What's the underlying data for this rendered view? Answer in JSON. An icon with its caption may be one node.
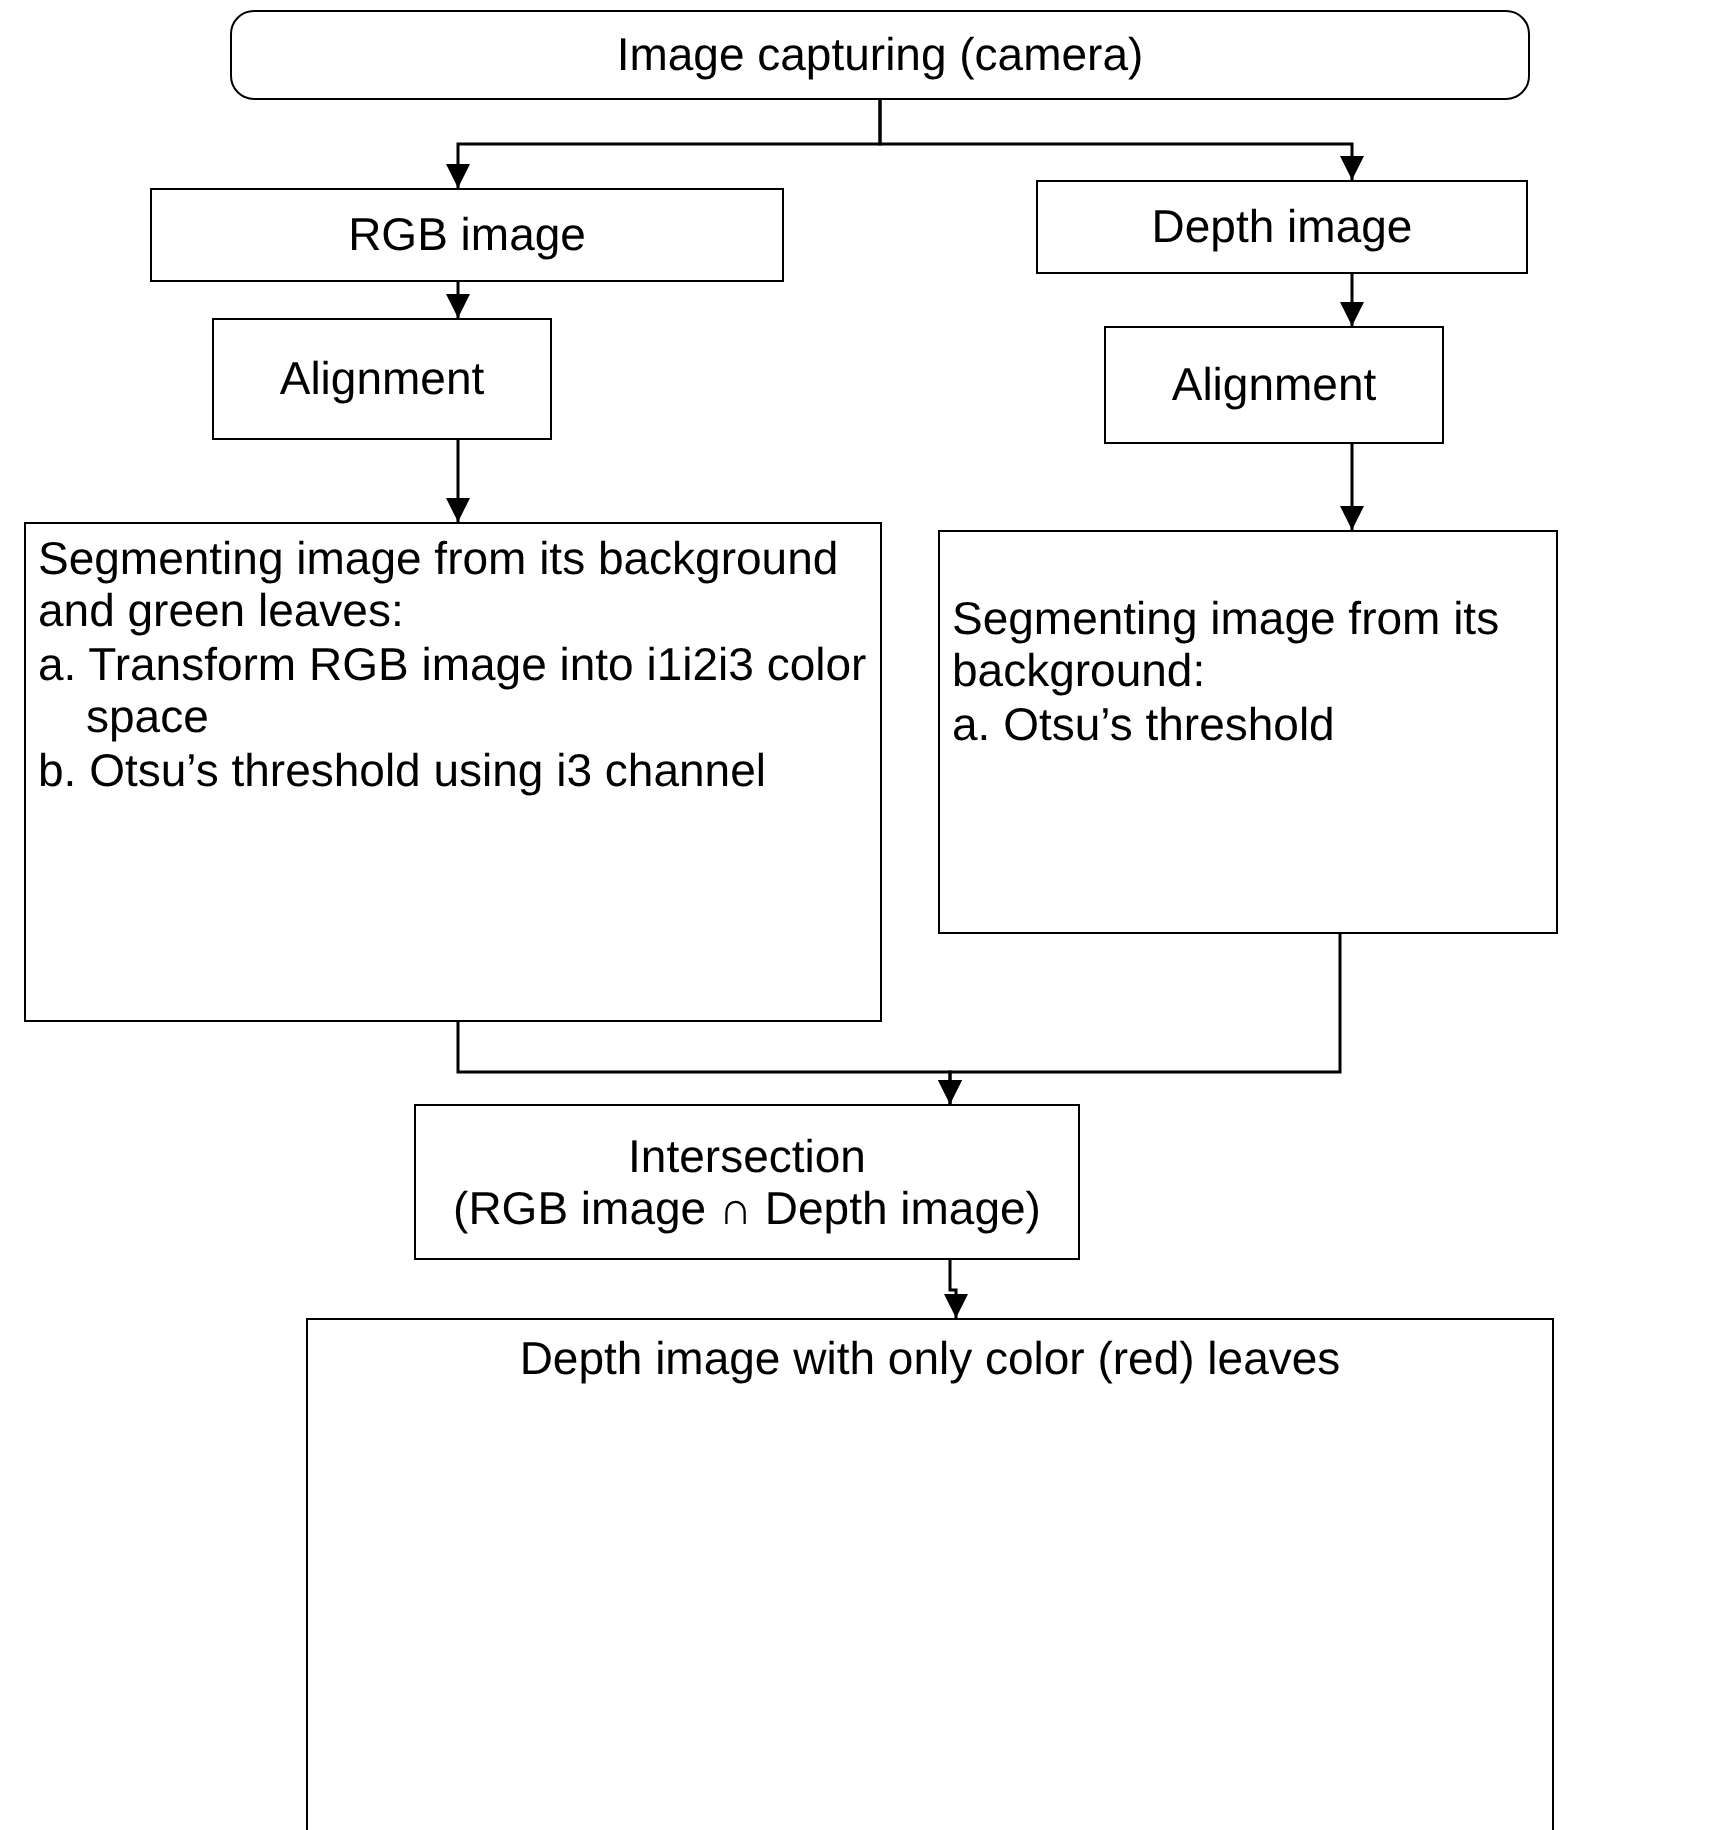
{
  "diagram": {
    "nodes": [
      {
        "text": [
          "Image capturing (camera)"
        ]
      },
      {
        "text": [
          "RGB image"
        ]
      },
      {
        "text": [
          "Depth image"
        ]
      },
      {
        "text": [
          "Alignment"
        ]
      },
      {
        "text": [
          "Alignment"
        ]
      },
      {
        "text": [
          "Segmenting image from its background and green leaves:",
          "a. Transform RGB image into i1i2i3 color space",
          "b. Otsu’s threshold using i3 channel"
        ]
      },
      {
        "text": [
          "Segmenting image from its background:",
          "a. Otsu’s threshold"
        ]
      },
      {
        "text": [
          "Intersection",
          "(RGB image ∩ Depth image)"
        ]
      },
      {
        "text": [
          "Depth image with only color (red) leaves"
        ]
      }
    ],
    "edges": [
      {
        "from": 0,
        "to": 1,
        "arrow": "to"
      },
      {
        "from": 0,
        "to": 2,
        "arrow": "to"
      },
      {
        "from": 1,
        "to": 3,
        "arrow": "to"
      },
      {
        "from": 2,
        "to": 4,
        "arrow": "to"
      },
      {
        "from": 3,
        "to": 5,
        "arrow": "to"
      },
      {
        "from": 4,
        "to": 6,
        "arrow": "to"
      },
      {
        "from": 5,
        "to": 7,
        "arrow": "to"
      },
      {
        "from": 6,
        "to": 7,
        "arrow": "to"
      },
      {
        "from": 7,
        "to": 8,
        "arrow": "to"
      }
    ]
  }
}
